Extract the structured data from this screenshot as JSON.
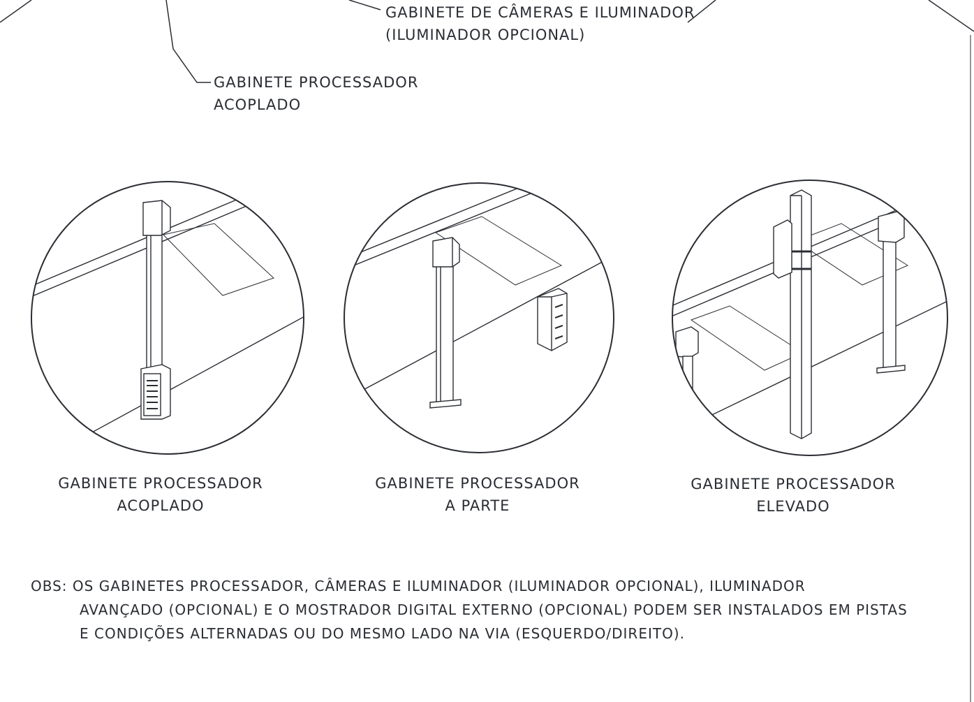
{
  "top_labels": {
    "cameras": {
      "line1": "GABINETE DE CÂMERAS E ILUMINADOR",
      "line2": "(ILUMINADOR OPCIONAL)"
    },
    "processor": {
      "line1": "GABINETE PROCESSADOR",
      "line2": "ACOPLADO"
    }
  },
  "views": [
    {
      "line1": "GABINETE PROCESSADOR",
      "line2": "ACOPLADO"
    },
    {
      "line1": "GABINETE PROCESSADOR",
      "line2": "A PARTE"
    },
    {
      "line1": "GABINETE PROCESSADOR",
      "line2": "ELEVADO"
    }
  ],
  "note": {
    "line1": "OBS: OS GABINETES  PROCESSADOR, CÂMERAS  E ILUMINADOR (ILUMINADOR OPCIONAL), ILUMINADOR",
    "line2": "AVANÇADO (OPCIONAL) E O MOSTRADOR DIGITAL EXTERNO (OPCIONAL) PODEM SER INSTALADOS EM PISTAS",
    "line3": "E CONDIÇÕES ALTERNADAS OU DO MESMO LADO NA VIA (ESQUERDO/DIREITO)."
  }
}
